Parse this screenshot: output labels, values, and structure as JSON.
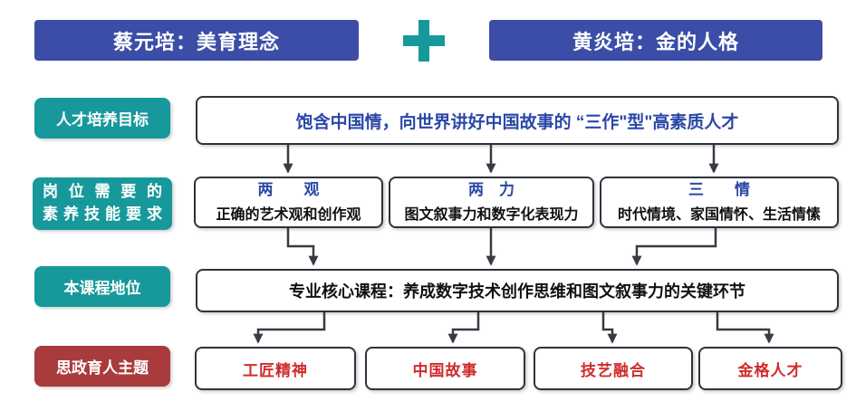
{
  "banners": {
    "left": "蔡元培：美育理念",
    "right": "黄炎培：金的人格"
  },
  "icons": {
    "plus": "teal heavy plus cross between the two banners"
  },
  "labels": {
    "goal": "人才培养目标",
    "skills_line1": "岗位需要的",
    "skills_line2": "素养技能要求",
    "position": "本课程地位",
    "theme": "思政育人主题"
  },
  "goal_box": {
    "text": "饱含中国情，向世界讲好中国故事的 “三作\"型\"高素质人才"
  },
  "skill_boxes": [
    {
      "title": "两　　观",
      "subtitle": "正确的艺术观和创作观"
    },
    {
      "title": "两　力",
      "subtitle": "图文叙事力和数字化表现力"
    },
    {
      "title": "三　　情",
      "subtitle": "时代情境、家国情怀、生活情愫"
    }
  ],
  "position_box": {
    "text": "专业核心课程：养成数字技术创作思维和图文叙事力的关键环节"
  },
  "theme_boxes": [
    "工匠精神",
    "中国故事",
    "技艺融合",
    "金格人才"
  ],
  "colors": {
    "banner_blue": "#3B4DA6",
    "teal": "#17999B",
    "label_red": "#A93B3C",
    "blue_text": "#2B48A7",
    "red_text": "#D02C2C",
    "box_border": "#2E333B",
    "arrow": "#363B44"
  }
}
